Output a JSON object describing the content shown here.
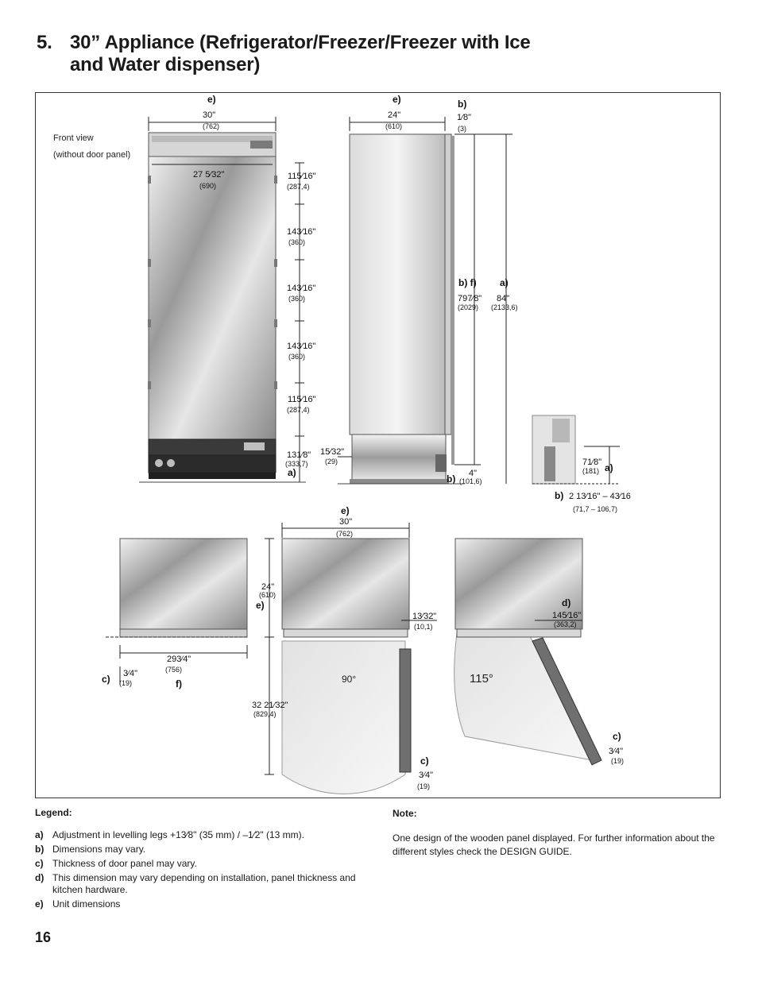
{
  "header": {
    "number": "5.",
    "title_line1": "30” Appliance (Refrigerator/Freezer/Freezer with Ice",
    "title_line2": "and Water dispenser)"
  },
  "figure": {
    "front_view_label_1": "Front view",
    "front_view_label_2": "(without door panel)",
    "front": {
      "e_label": "e)",
      "width_in": "30\"",
      "width_mm": "(762)",
      "inner_width_in": "27 5⁄32\"",
      "inner_width_mm": "(690)",
      "h1_in": "115⁄16\"",
      "h1_mm": "(287,4)",
      "h2_in": "143⁄16\"",
      "h2_mm": "(360)",
      "h3_in": "143⁄16\"",
      "h3_mm": "(360)",
      "h4_in": "143⁄16\"",
      "h4_mm": "(360)",
      "h5_in": "115⁄16\"",
      "h5_mm": "(287,4)",
      "h6_in": "131⁄8\"",
      "h6_mm": "(333,7)",
      "a_label": "a)"
    },
    "side": {
      "e_label": "e)",
      "depth_in": "24\"",
      "depth_mm": "(610)",
      "b_label": "b)",
      "gap_in": "1⁄8\"",
      "gap_mm": "(3)",
      "bf_label": "b) f)",
      "a_label": "a)",
      "door_h_in": "797⁄8\"",
      "door_h_mm": "(2029)",
      "total_h_in": "84\"",
      "total_h_mm": "(2133,6)",
      "base_in": "15⁄32\"",
      "base_mm": "(29)",
      "b2_label": "b)",
      "plinth_in": "4\"",
      "plinth_mm": "(101,6)"
    },
    "detail": {
      "h_in": "71⁄8\"",
      "h_mm": "(181)",
      "a_label": "a)",
      "b_label": "b)",
      "range_in": "2 13⁄16\" – 43⁄16",
      "range_mm": "(71,7 – 106,7)"
    },
    "top_left": {
      "width_in": "293⁄4\"",
      "width_mm": "(756)",
      "c_label": "c)",
      "thick_in": "3⁄4\"",
      "thick_mm": "(19)",
      "f_label": "f)"
    },
    "top_90": {
      "e_label": "e)",
      "width_in": "30\"",
      "width_mm": "(762)",
      "depth_in": "24\"",
      "depth_mm": "(610)",
      "e2_label": "e)",
      "gap_in": "13⁄32\"",
      "gap_mm": "(10,1)",
      "angle": "90°",
      "swing_in": "32 21⁄32\"",
      "swing_mm": "(829,4)",
      "c_label": "c)",
      "thick_in": "3⁄4\"",
      "thick_mm": "(19)"
    },
    "top_115": {
      "d_label": "d)",
      "clear_in": "145⁄16\"",
      "clear_mm": "(363,2)",
      "angle": "115°",
      "c_label": "c)",
      "thick_in": "3⁄4\"",
      "thick_mm": "(19)"
    }
  },
  "legend": {
    "heading": "Legend:",
    "items": [
      {
        "key": "a)",
        "text": "Adjustment in levelling legs +13⁄8\" (35 mm) / –1⁄2\" (13 mm)."
      },
      {
        "key": "b)",
        "text": "Dimensions may vary."
      },
      {
        "key": "c)",
        "text": "Thickness of door panel may vary."
      },
      {
        "key": "d)",
        "text": "This dimension may vary depending on installation, panel thickness and kitchen hardware."
      },
      {
        "key": "e)",
        "text": "Unit dimensions"
      }
    ]
  },
  "note": {
    "heading": "Note:",
    "text": "One design of the wooden panel displayed. For further information about the different styles check the DESIGN GUIDE."
  },
  "page_number": "16"
}
